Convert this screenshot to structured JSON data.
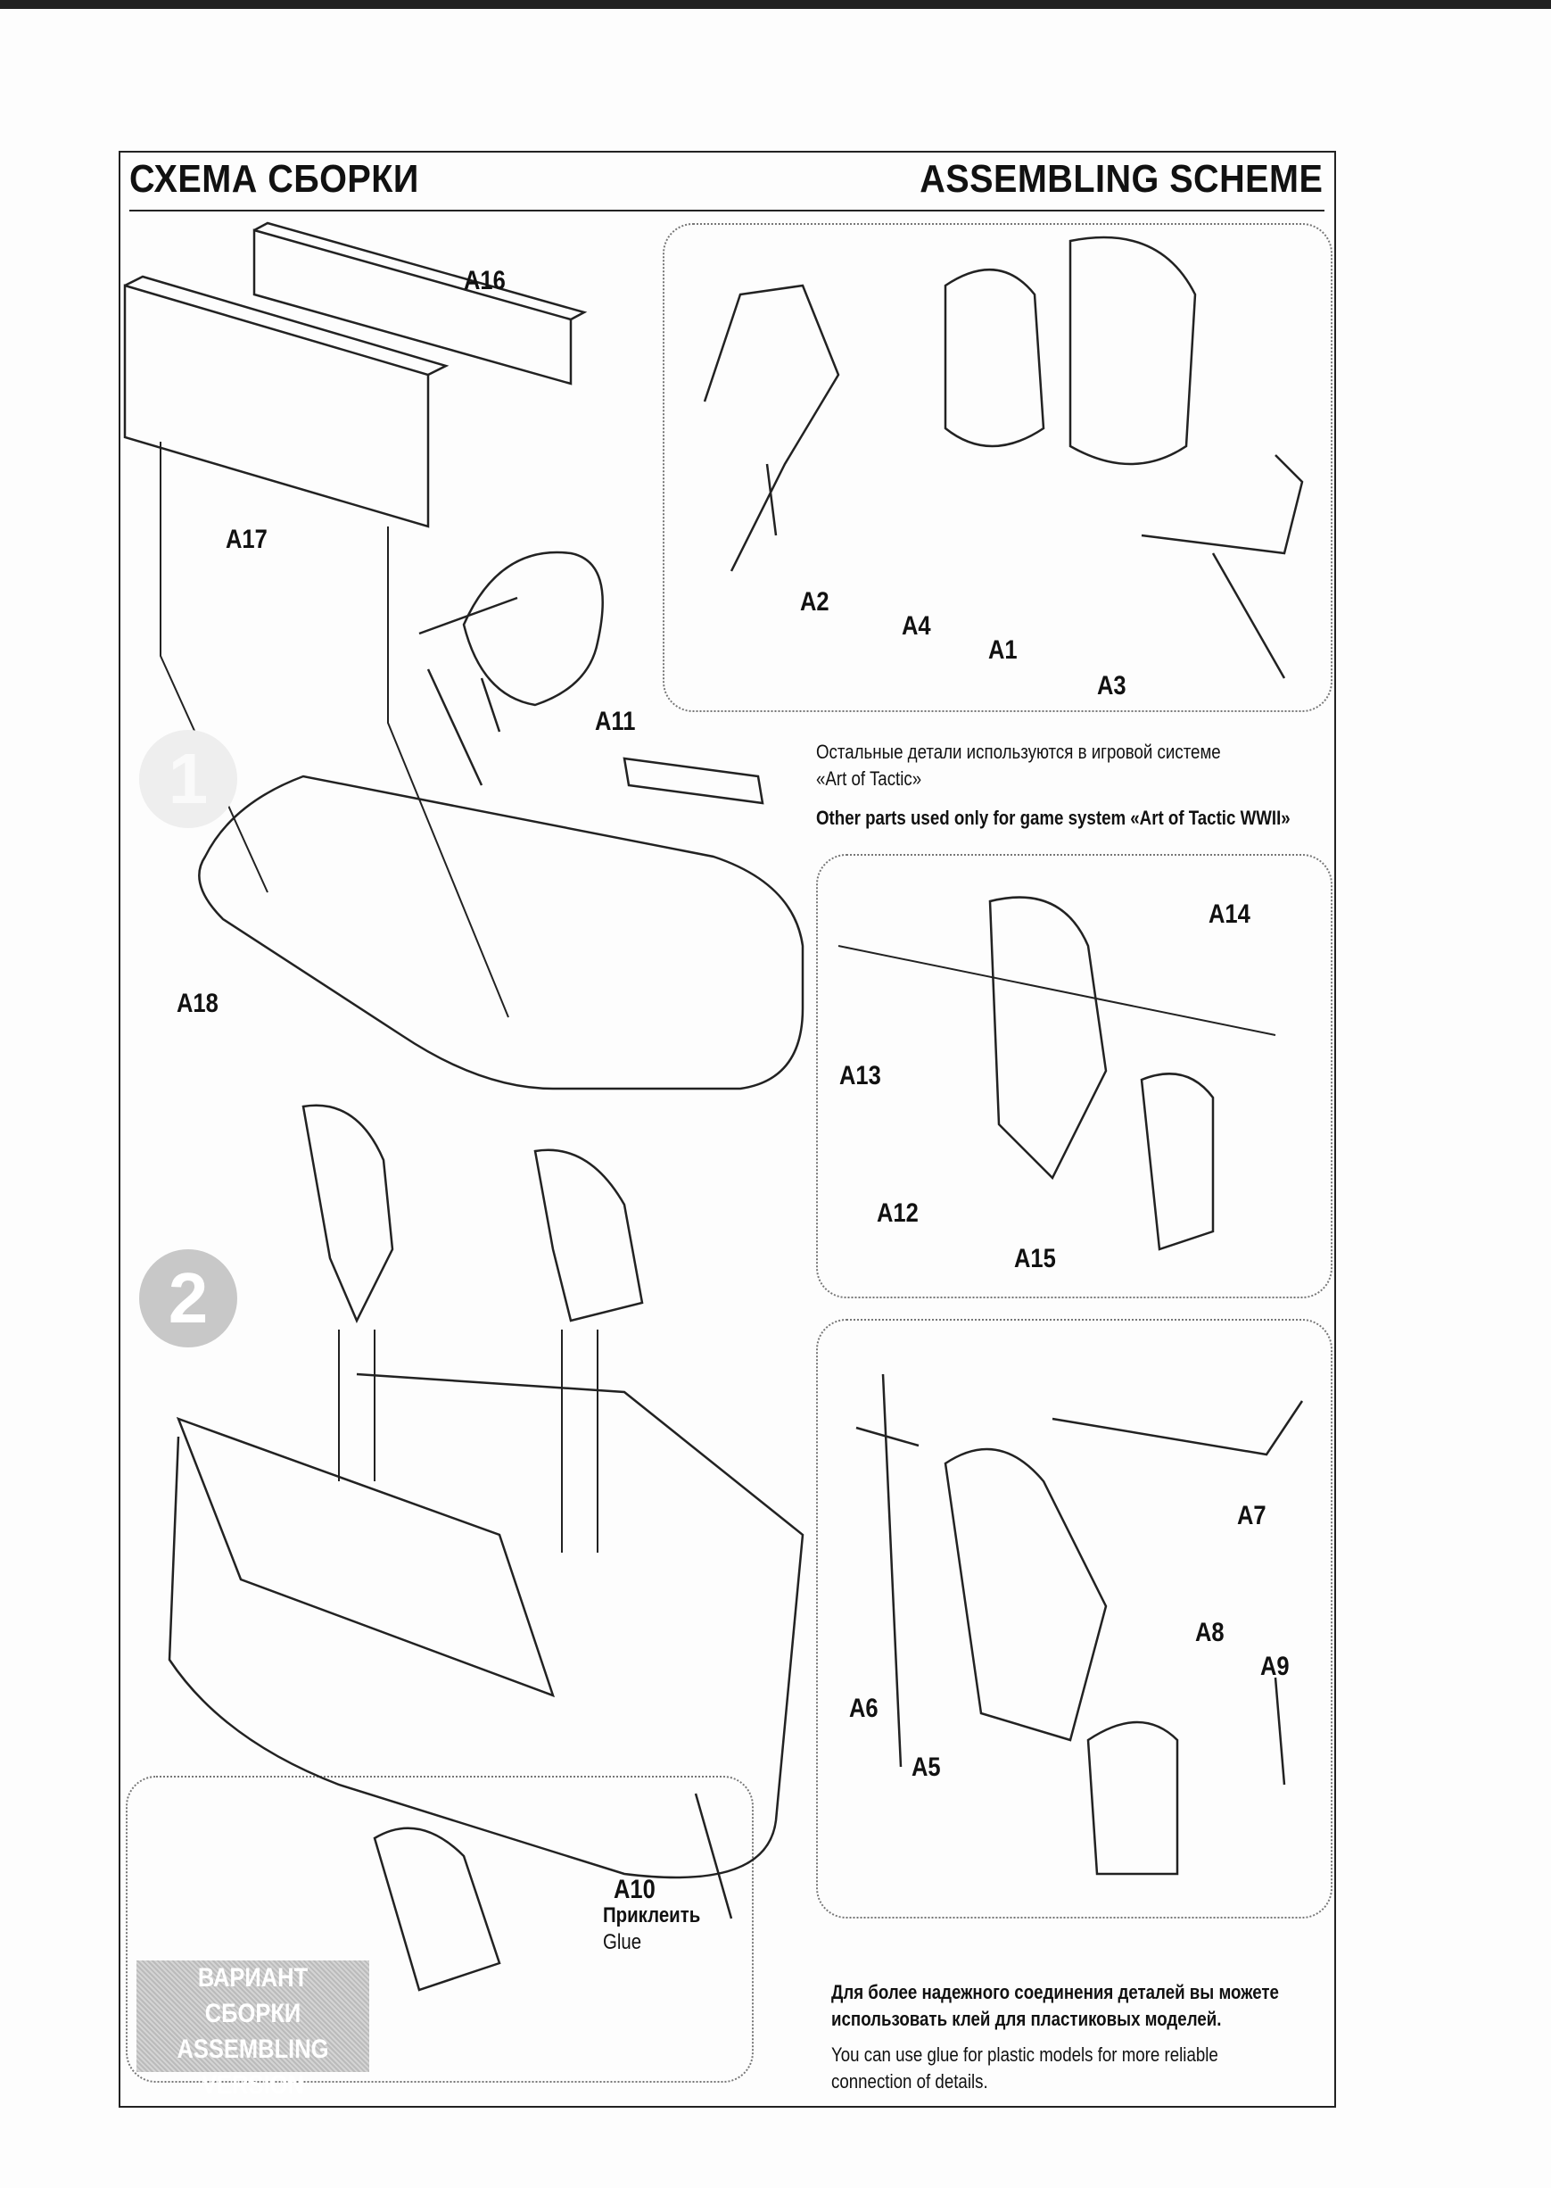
{
  "header": {
    "title_ru": "СХЕМА СБОРКИ",
    "title_en": "ASSEMBLING SCHEME"
  },
  "steps": [
    "1",
    "2"
  ],
  "part_labels": {
    "a1": "A1",
    "a2": "A2",
    "a3": "A3",
    "a4": "A4",
    "a5": "A5",
    "a6": "A6",
    "a7": "A7",
    "a8": "A8",
    "a9": "A9",
    "a10": "A10",
    "a11": "A11",
    "a12": "A12",
    "a13": "A13",
    "a14": "A14",
    "a15": "A15",
    "a16": "A16",
    "a17": "A17",
    "a18": "A18"
  },
  "notes": {
    "other_parts_ru_1": "Остальные детали используются в игровой системе",
    "other_parts_ru_2": "«Art of Tactic»",
    "other_parts_en": "Other parts used only for game system «Art of Tactic WWII»",
    "glue_ru_1": "Для более надежного соединения деталей вы можете",
    "glue_ru_2": "использовать клей для пластиковых моделей.",
    "glue_en_1": "You can use glue for plastic models for more reliable",
    "glue_en_2": "connection of details."
  },
  "glue_callout": {
    "ru": "Приклеить",
    "en": "Glue"
  },
  "version_badge": {
    "line1": "ВАРИАНТ СБОРКИ",
    "line2": "ASSEMBLING",
    "line3": "VERSION"
  }
}
